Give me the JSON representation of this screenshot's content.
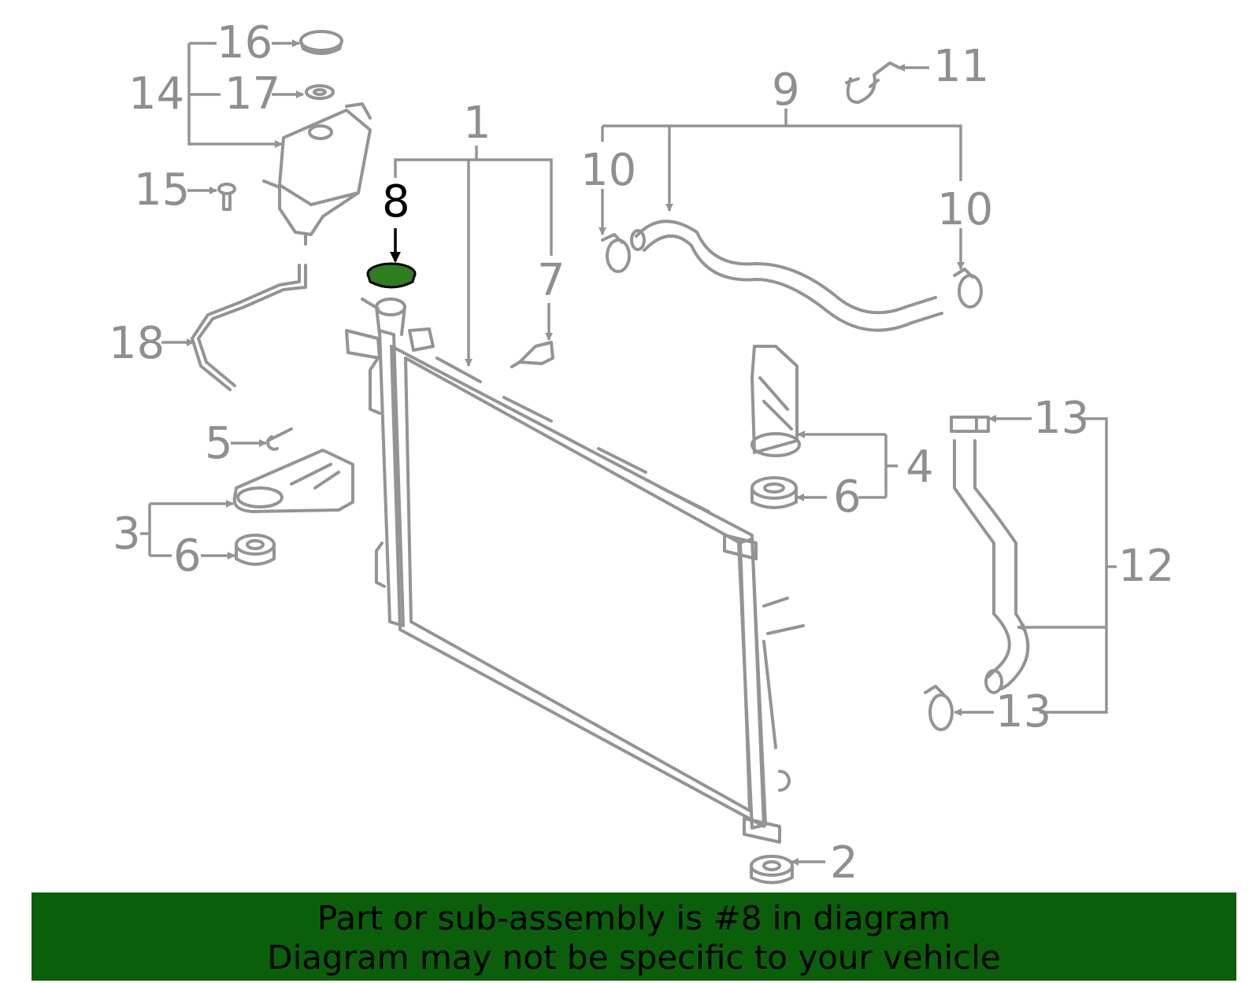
{
  "diagram": {
    "callouts": [
      {
        "id": "1",
        "text": "1"
      },
      {
        "id": "2",
        "text": "2"
      },
      {
        "id": "3",
        "text": "3"
      },
      {
        "id": "4",
        "text": "4"
      },
      {
        "id": "5",
        "text": "5"
      },
      {
        "id": "6a",
        "text": "6"
      },
      {
        "id": "6b",
        "text": "6"
      },
      {
        "id": "7",
        "text": "7"
      },
      {
        "id": "8",
        "text": "8"
      },
      {
        "id": "9",
        "text": "9"
      },
      {
        "id": "10a",
        "text": "10"
      },
      {
        "id": "10b",
        "text": "10"
      },
      {
        "id": "11",
        "text": "11"
      },
      {
        "id": "12",
        "text": "12"
      },
      {
        "id": "13a",
        "text": "13"
      },
      {
        "id": "13b",
        "text": "13"
      },
      {
        "id": "14",
        "text": "14"
      },
      {
        "id": "15",
        "text": "15"
      },
      {
        "id": "16",
        "text": "16"
      },
      {
        "id": "17",
        "text": "17"
      },
      {
        "id": "18",
        "text": "18"
      }
    ],
    "highlighted_part": "8",
    "colors": {
      "part_line": "#949494",
      "highlight_fill": "#2e7d1f",
      "banner_bg": "#0b5f0b",
      "label": "#8f8f8f"
    }
  },
  "banner": {
    "line1": "Part or sub-assembly is #8 in diagram",
    "line2": "Diagram may not be specific to your vehicle"
  }
}
